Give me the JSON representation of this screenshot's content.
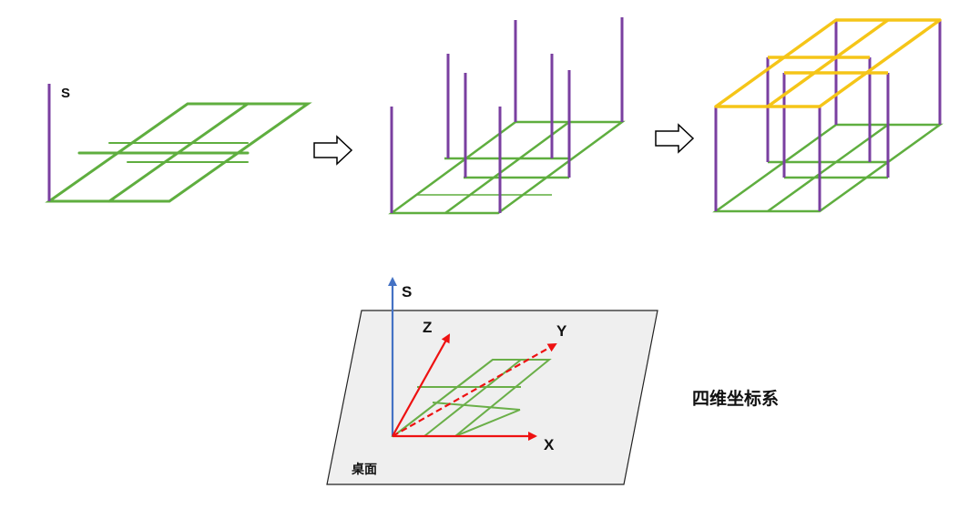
{
  "panel1": {
    "axis_label": "S"
  },
  "axes": {
    "s_label": "S",
    "z_label": "Z",
    "y_label": "Y",
    "x_label": "X",
    "plane_label": "桌面"
  },
  "caption": "四维坐标系",
  "colors": {
    "grid_green": "#5fae3f",
    "pole_purple": "#7a3fa0",
    "top_yellow": "#f5c518",
    "axis_red": "#ee1111",
    "axis_blue": "#4472c4",
    "plane_fill": "#efefef"
  }
}
